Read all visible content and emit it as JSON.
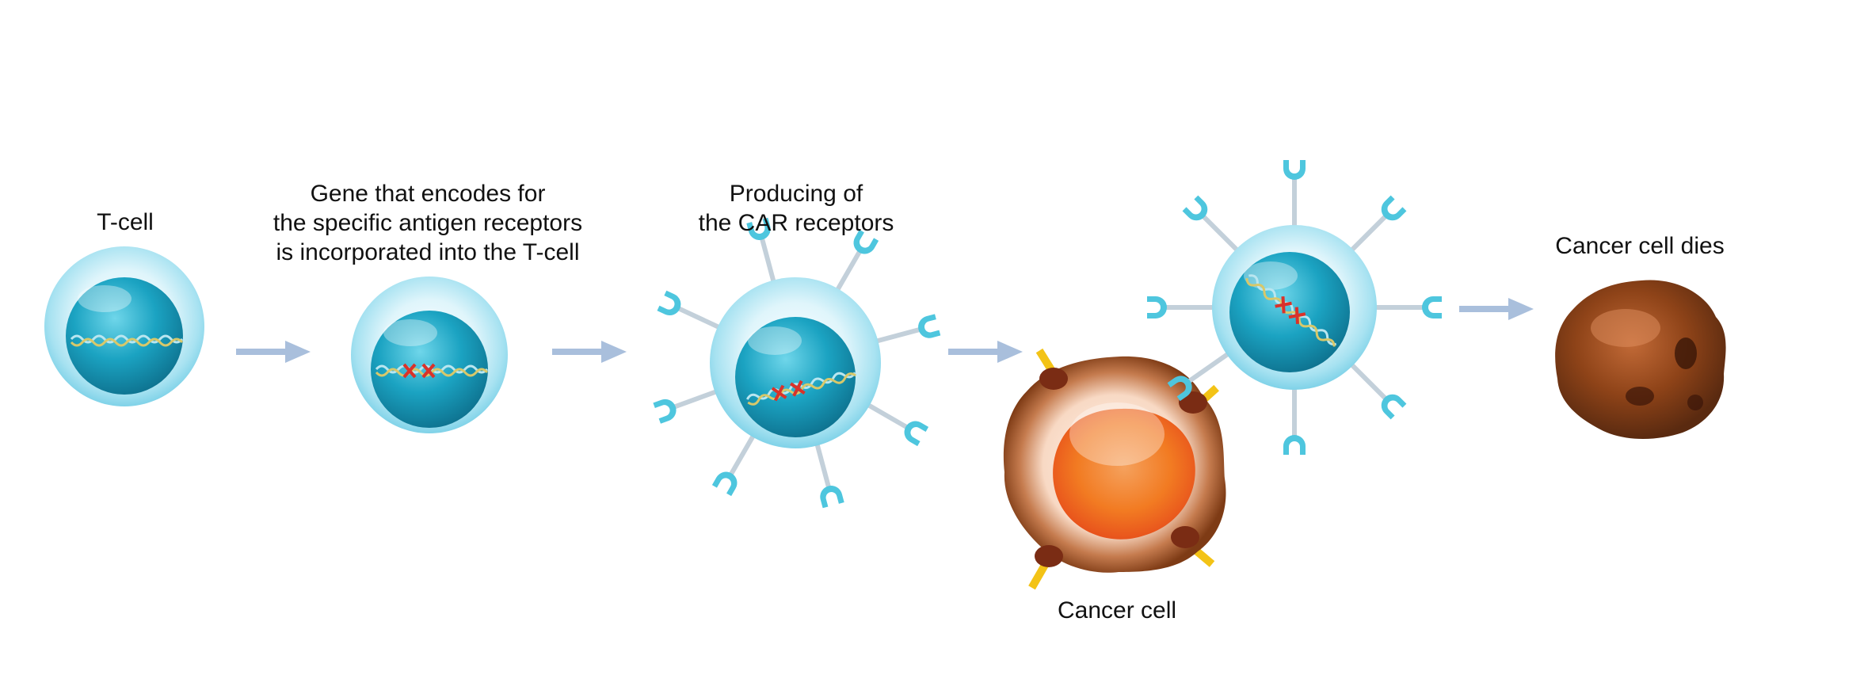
{
  "steps": {
    "t_cell": {
      "label": "T-cell"
    },
    "gene": {
      "lines": [
        "Gene that encodes for",
        "the specific antigen receptors",
        "is incorporated into the T-cell"
      ]
    },
    "producing": {
      "lines": [
        "Producing of",
        "the CAR receptors"
      ]
    },
    "cancer_cell": {
      "label": "Cancer cell"
    },
    "cancer_dies": {
      "label": "Cancer cell dies"
    }
  },
  "colors": {
    "arrow": "#a9bfdc",
    "cytoplasm": "#bfe9f5",
    "nucleus": "#1ba3c2",
    "receptor_cup": "#4ec6de",
    "receptor_stem": "#c3d0da",
    "dna_blue": "#9ed9e8",
    "dna_red": "#d9322a",
    "antigen": "#f3c316",
    "cancer_membrane": "#8f4a1c",
    "cancer_core": "#f27b22",
    "dead_cell": "#7c3a16"
  },
  "icons": [
    "t-cell-icon",
    "dna-icon",
    "car-receptor-icon",
    "cancer-cell-icon",
    "dead-cell-icon",
    "arrow-right-icon"
  ]
}
